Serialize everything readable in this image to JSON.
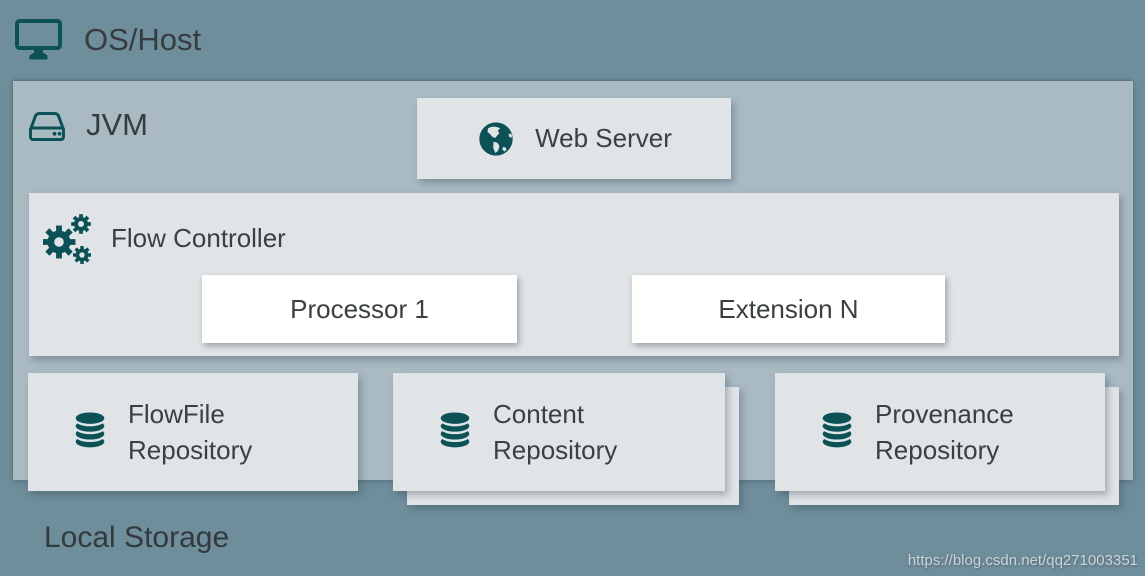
{
  "colors": {
    "background": "#6f8e9b",
    "jvm_panel": "#a9bac3",
    "card": "#e0e4e7",
    "white_card": "#ffffff",
    "icon_teal": "#0b5156",
    "text_dark": "#383e41",
    "watermark_text": "#cbd5d9"
  },
  "labels": {
    "os_host": "OS/Host",
    "jvm": "JVM",
    "web_server": "Web Server",
    "flow_controller": "Flow Controller",
    "processor": "Processor 1",
    "extension": "Extension N",
    "local_storage": "Local Storage"
  },
  "repositories": [
    {
      "name_line1": "FlowFile",
      "name_line2": "Repository",
      "stacked": false,
      "icon": "database-icon"
    },
    {
      "name_line1": "Content",
      "name_line2": "Repository",
      "stacked": true,
      "icon": "database-icon"
    },
    {
      "name_line1": "Provenance",
      "name_line2": "Repository",
      "stacked": true,
      "icon": "database-icon"
    }
  ],
  "icons": {
    "os_host": "monitor-icon",
    "jvm": "harddrive-icon",
    "web_server": "globe-icon",
    "flow_controller": "gears-icon",
    "repository": "database-icon"
  },
  "watermark": "https://blog.csdn.net/qq271003351"
}
